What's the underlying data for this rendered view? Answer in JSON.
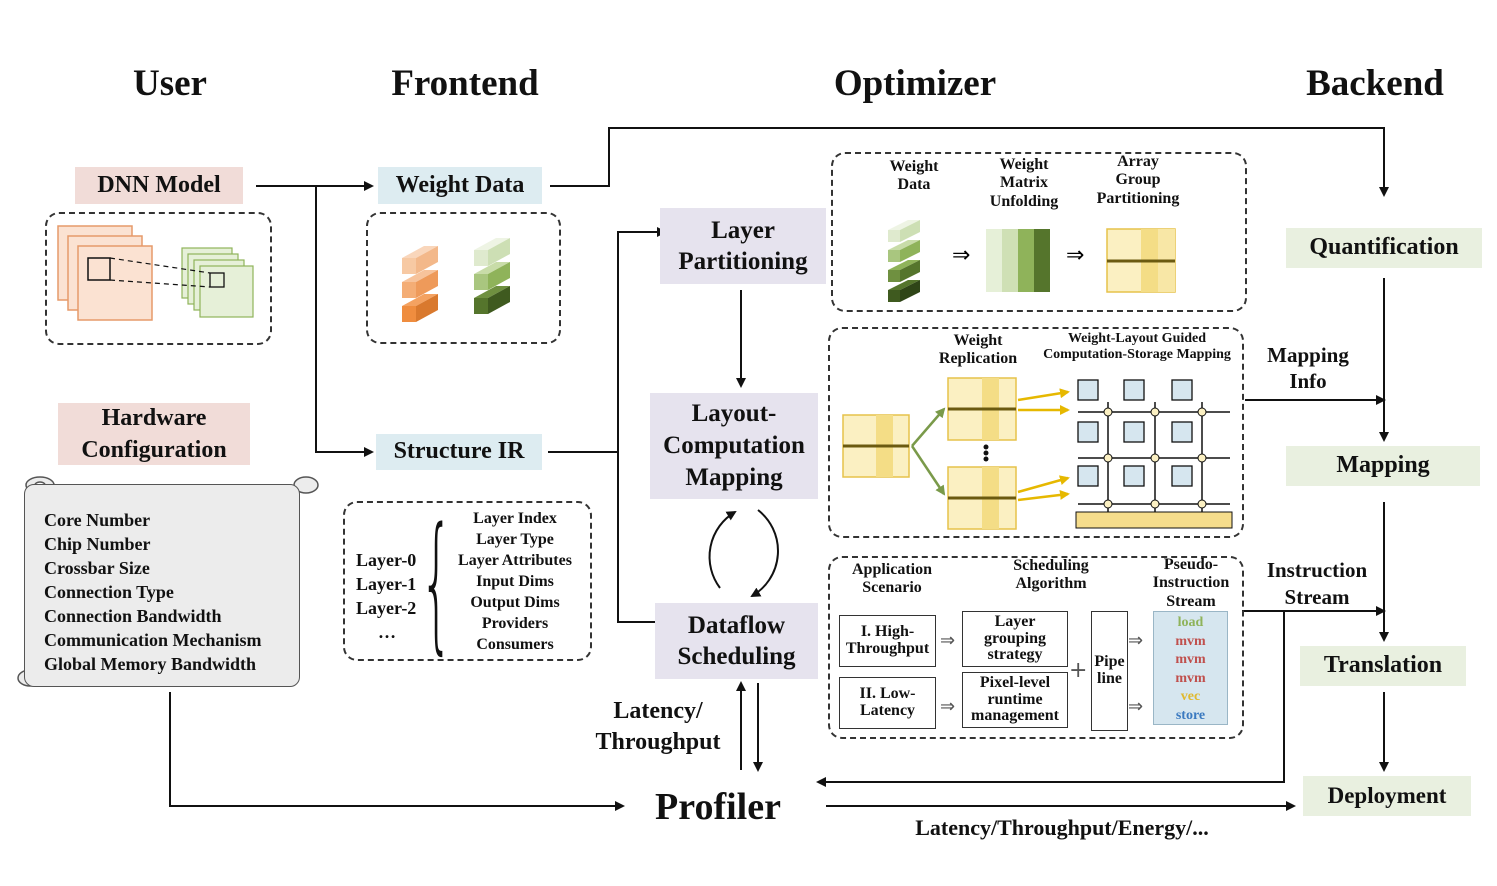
{
  "columns": {
    "user": "User",
    "frontend": "Frontend",
    "optimizer": "Optimizer",
    "backend": "Backend"
  },
  "user": {
    "dnn_model": "DNN Model",
    "hardware_config_line1": "Hardware",
    "hardware_config_line2": "Configuration",
    "hardware_params": [
      "Core Number",
      "Chip Number",
      "Crossbar Size",
      "Connection Type",
      "Connection Bandwidth",
      "Communication Mechanism",
      "Global Memory Bandwidth"
    ]
  },
  "frontend": {
    "weight_data": "Weight Data",
    "structure_ir": "Structure IR",
    "layers": [
      "Layer-0",
      "Layer-1",
      "Layer-2",
      "…"
    ],
    "layer_attributes": [
      "Layer Index",
      "Layer Type",
      "Layer Attributes",
      "Input Dims",
      "Output Dims",
      "Providers",
      "Consumers"
    ]
  },
  "optimizer": {
    "layer_partitioning": [
      "Layer",
      "Partitioning"
    ],
    "layout_mapping": [
      "Layout-",
      "Computation",
      "Mapping"
    ],
    "dataflow_scheduling": [
      "Dataflow",
      "Scheduling"
    ],
    "partition_panel": {
      "weight_data": [
        "Weight",
        "Data"
      ],
      "matrix_unfolding": [
        "Weight",
        "Matrix",
        "Unfolding"
      ],
      "array_group": [
        "Array",
        "Group",
        "Partitioning"
      ]
    },
    "mapping_panel": {
      "weight_replication": [
        "Weight",
        "Replication"
      ],
      "guided_mapping": [
        "Weight-Layout Guided",
        "Computation-Storage Mapping"
      ]
    },
    "scheduling_panel": {
      "application_scenario": [
        "Application",
        "Scenario"
      ],
      "scheduling_algorithm": [
        "Scheduling",
        "Algorithm"
      ],
      "pseudo_instruction": [
        "Pseudo-",
        "Instruction",
        "Stream"
      ],
      "high_throughput": [
        "I. High-",
        "Throughput"
      ],
      "low_latency": [
        "II. Low-",
        "Latency"
      ],
      "layer_grouping": [
        "Layer",
        "grouping",
        "strategy"
      ],
      "pixel_runtime": [
        "Pixel-level",
        "runtime",
        "management"
      ],
      "pipeline": [
        "Pipe",
        "line"
      ],
      "instructions": [
        {
          "text": "load",
          "color": "#8fb35a"
        },
        {
          "text": "mvm",
          "color": "#c0504d"
        },
        {
          "text": "mvm",
          "color": "#c0504d"
        },
        {
          "text": "mvm",
          "color": "#c0504d"
        },
        {
          "text": "vec",
          "color": "#e0b92e"
        },
        {
          "text": "store",
          "color": "#3b7ac0"
        }
      ]
    },
    "latency_label": [
      "Latency/",
      "Throughput"
    ],
    "profiler": "Profiler"
  },
  "backend": {
    "quantification": "Quantification",
    "mapping": "Mapping",
    "translation": "Translation",
    "deployment": "Deployment",
    "mapping_info": [
      "Mapping",
      "Info"
    ],
    "instruction_stream": [
      "Instruction",
      "Stream"
    ]
  },
  "profiler_output": "Latency/Throughput/Energy/...",
  "colors": {
    "orange": "#f4a261",
    "dark_green": "#4f6b28",
    "light_green": "#cfe0b5",
    "yellow": "#f2d65c",
    "arrow": "#111111"
  }
}
